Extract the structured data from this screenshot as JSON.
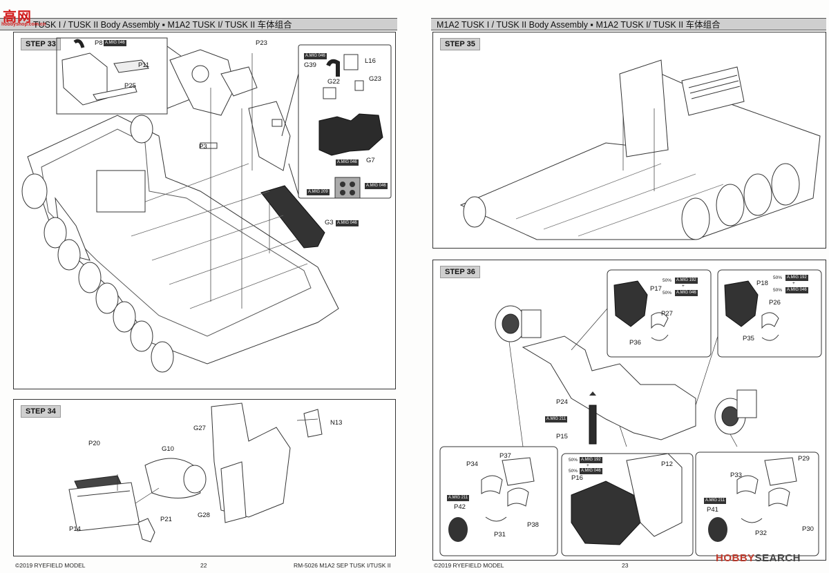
{
  "left_page": {
    "title": "TUSK I / TUSK II  Body Assembly ▪ M1A2 TUSK I/ TUSK II   车体组合",
    "logo": {
      "main": "高网",
      "sub": "hobbyshop.com.cn"
    },
    "step33": {
      "tag": "STEP 33",
      "labels": {
        "p8": "P8",
        "p11": "P11",
        "p25": "P25",
        "p23": "P23",
        "p3": "P3",
        "g39": "G39",
        "g22": "G22",
        "l16": "L16",
        "g23": "G23",
        "g7": "G7",
        "g3": "G3"
      },
      "paints": {
        "p8": "A.MIG 046",
        "inset_top": "A.MIG 046",
        "g7": "A.MIG 046",
        "mig209": "A.MIG 209",
        "mig046b": "A.MIG 046",
        "g3": "A.MIG 046"
      }
    },
    "step34": {
      "tag": "STEP 34",
      "labels": {
        "g27": "G27",
        "n13": "N13",
        "p20": "P20",
        "g10": "G10",
        "p14": "P14",
        "p21": "P21",
        "g28": "G28"
      }
    },
    "footer": {
      "copyright": "©2019 RYEFIELD MODEL",
      "page": "22",
      "product": "RM-5026 M1A2 SEP TUSK I/TUSK II"
    }
  },
  "right_page": {
    "title": "M1A2 TUSK I / TUSK II  Body Assembly ▪ M1A2 TUSK I/ TUSK II   车体组合",
    "step35": {
      "tag": "STEP 35"
    },
    "step36": {
      "tag": "STEP 36",
      "labels": {
        "p17": "P17",
        "p27": "P27",
        "p36": "P36",
        "p18": "P18",
        "p26": "P26",
        "p35": "P35",
        "p24": "P24",
        "p15": "P15",
        "p37": "P37",
        "p34": "P34",
        "p42": "P42",
        "p31": "P31",
        "p38": "P38",
        "p12": "P12",
        "p16": "P16",
        "p29": "P29",
        "p33": "P33",
        "p41": "P41",
        "p32": "P32",
        "p30": "P30"
      },
      "pct": "50%",
      "plus": "+",
      "paints": {
        "mig192": "A.MIG 192",
        "mig046": "A.MIG 046",
        "mig211": "A.MIG 211"
      }
    },
    "footer": {
      "copyright": "©2019 RYEFIELD MODEL",
      "page": "23",
      "product": "RM-5026 M1A2 SEP TUSK I/TUSK II"
    },
    "watermark": {
      "brand": "HOBBY",
      "rest": "SEARCH"
    }
  }
}
